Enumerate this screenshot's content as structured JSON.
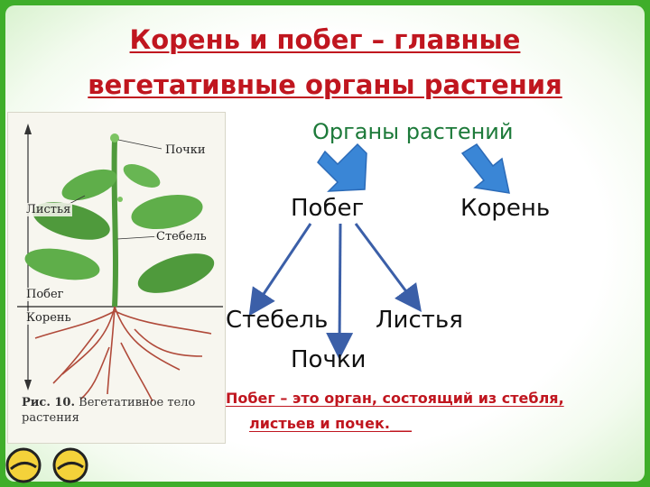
{
  "slide": {
    "title_line1": "Корень и побег – главные",
    "title_line2": "вегетативные органы растения",
    "organs_heading": "Органы растений",
    "shoot": "Побег",
    "root": "Корень",
    "stem": "Стебель",
    "leaves": "Листья",
    "buds": "Почки",
    "definition_line1": "Побег – это орган, состоящий из стебля,",
    "definition_line2": "листьев и почек.___"
  },
  "figure": {
    "label_buds": "Почки",
    "label_leaves": "Листья",
    "label_stem": "Стебель",
    "label_shoot": "Побег",
    "label_root": "Корень",
    "caption_fig": "Рис. 10.",
    "caption_text": "Вегетативное тело растения"
  },
  "colors": {
    "title": "#c0161f",
    "arrow_fill": "#3a86d6",
    "arrow_line": "#3b5fa8",
    "heading": "#1d7a3a",
    "frame": "#3fae2a"
  }
}
